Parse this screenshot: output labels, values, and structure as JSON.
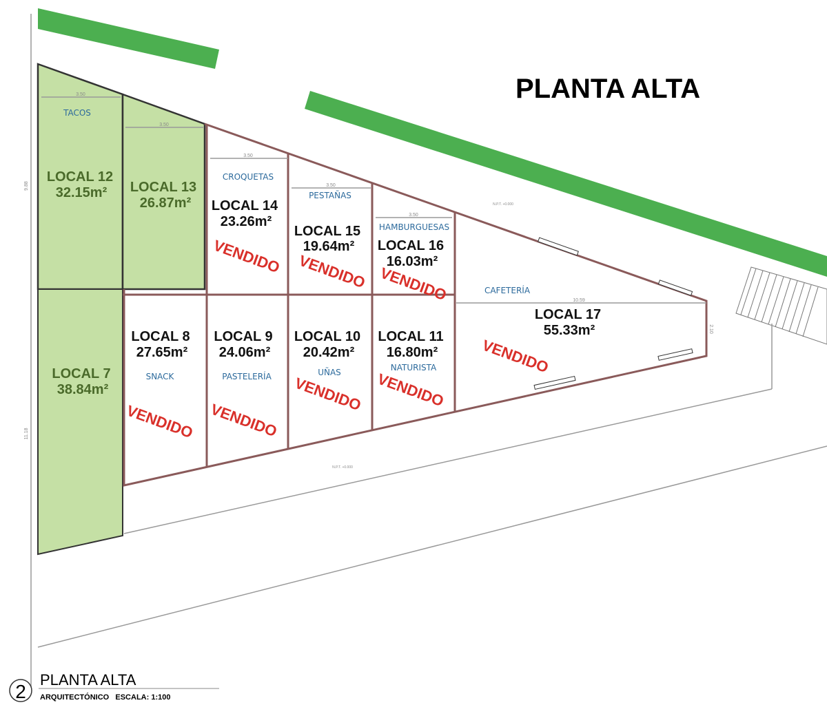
{
  "title": "PLANTA ALTA",
  "footer": {
    "number": "2",
    "title": "PLANTA ALTA",
    "subtitle": "ARQUITECTÓNICO   ESCALA: 1:100"
  },
  "colors": {
    "green_band": "#4caf50",
    "available_fill": "#c5e0a5",
    "sold": "#d9302a",
    "use_label": "#2c6a9c"
  },
  "sold_label": "VENDIDO",
  "locales": [
    {
      "name": "LOCAL 12",
      "area": "32.15m²",
      "use": "TACOS",
      "sold": false
    },
    {
      "name": "LOCAL 13",
      "area": "26.87m²",
      "use": "",
      "sold": false
    },
    {
      "name": "LOCAL 14",
      "area": "23.26m²",
      "use": "CROQUETAS",
      "sold": true
    },
    {
      "name": "LOCAL 15",
      "area": "19.64m²",
      "use": "PESTAÑAS",
      "sold": true
    },
    {
      "name": "LOCAL 16",
      "area": "16.03m²",
      "use": "HAMBURGUESAS",
      "sold": true
    },
    {
      "name": "LOCAL 17",
      "area": "55.33m²",
      "use": "CAFETERÍA",
      "sold": true
    },
    {
      "name": "LOCAL 7",
      "area": "38.84m²",
      "use": "",
      "sold": false
    },
    {
      "name": "LOCAL 8",
      "area": "27.65m²",
      "use": "SNACK",
      "sold": true
    },
    {
      "name": "LOCAL 9",
      "area": "24.06m²",
      "use": "PASTELERÍA",
      "sold": true
    },
    {
      "name": "LOCAL 10",
      "area": "20.42m²",
      "use": "UÑAS",
      "sold": true
    },
    {
      "name": "LOCAL 11",
      "area": "16.80m²",
      "use": "NATURISTA",
      "sold": true
    }
  ],
  "dimensions": {
    "width_350": "3.50",
    "local17_length": "10.59",
    "local17_end": "2.10",
    "left_upper": "9.88",
    "left_lower": "11.18"
  },
  "levels": {
    "npt": "N.P.T. +0.000"
  }
}
